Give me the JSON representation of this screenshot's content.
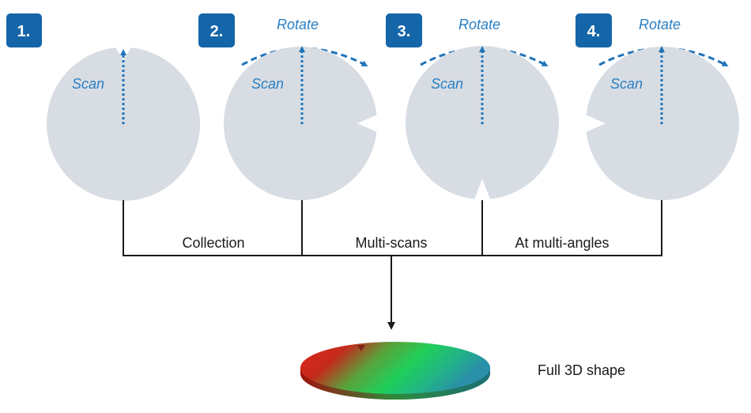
{
  "colors": {
    "wafer": "#d7dde3",
    "accent": "#1f74bb",
    "badge": "#1565a9",
    "line": "#1a1a1a"
  },
  "steps": [
    {
      "number": "1.",
      "scan_label": "Scan",
      "rotate_label": ""
    },
    {
      "number": "2.",
      "scan_label": "Scan",
      "rotate_label": "Rotate"
    },
    {
      "number": "3.",
      "scan_label": "Scan",
      "rotate_label": "Rotate"
    },
    {
      "number": "4.",
      "scan_label": "Scan",
      "rotate_label": "Rotate"
    }
  ],
  "stage_labels": [
    "Collection",
    "Multi-scans",
    "At multi-angles"
  ],
  "result": {
    "label": "Full 3D shape",
    "icon": "3d-wafer-shape-icon"
  }
}
